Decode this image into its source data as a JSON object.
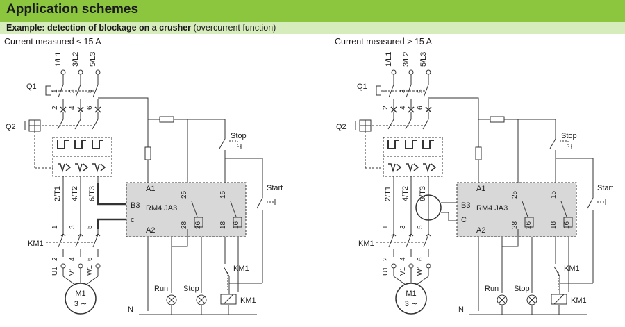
{
  "header": {
    "title": "Application schemes",
    "example_bold": "Example: detection of blockage on a crusher",
    "example_rest": " (overcurrent function)"
  },
  "diagrams": [
    {
      "caption": "Current measured ≤ 15 A",
      "has_ct": false,
      "labels": {
        "phase1": "1/L1",
        "phase2": "3/L2",
        "phase3": "5/L3",
        "q1": "Q1",
        "q2": "Q2",
        "km1": "KM1",
        "t1": "2/T1",
        "t2": "4/T2",
        "t3": "6/T3",
        "u1": "U1",
        "v1": "V1",
        "w1": "W1",
        "motor": "M1",
        "motor_phase": "3 ∼",
        "n": "N",
        "a1": "A1",
        "b3": "B3",
        "c": "c",
        "a2": "A2",
        "relay": "RM4 JA3",
        "t25": "25",
        "t28": "28",
        "t26": "26",
        "t15": "15",
        "t18": "18",
        "t16": "16",
        "stop": "Stop",
        "start": "Start",
        "run_lamp": "Run",
        "stop_lamp": "Stop",
        "km1_contact": "KM1",
        "km1_coil": "KM1",
        "n1": "1",
        "n2": "2",
        "n3": "3",
        "n4": "4",
        "n5": "5",
        "n6": "6"
      }
    },
    {
      "caption": "Current measured > 15 A",
      "has_ct": true,
      "labels": {
        "phase1": "1/L1",
        "phase2": "3/L2",
        "phase3": "5/L3",
        "q1": "Q1",
        "q2": "Q2",
        "km1": "KM1",
        "t1": "2/T1",
        "t2": "4/T2",
        "t3": "6/T3",
        "u1": "U1",
        "v1": "V1",
        "w1": "W1",
        "motor": "M1",
        "motor_phase": "3 ∼",
        "n": "N",
        "a1": "A1",
        "b3": "B3",
        "c": "C",
        "a2": "A2",
        "relay": "RM4 JA3",
        "t25": "25",
        "t28": "28",
        "t26": "26",
        "t15": "15",
        "t18": "18",
        "t16": "16",
        "stop": "Stop",
        "start": "Start",
        "run_lamp": "Run",
        "stop_lamp": "Stop",
        "km1_contact": "KM1",
        "km1_coil": "KM1",
        "n1": "1",
        "n2": "2",
        "n3": "3",
        "n4": "4",
        "n5": "5",
        "n6": "6"
      }
    }
  ],
  "colors": {
    "header": "#8cc63f",
    "subheader": "#d7ecbd",
    "relay_box": "#d8d8d8",
    "line": "#333333"
  }
}
